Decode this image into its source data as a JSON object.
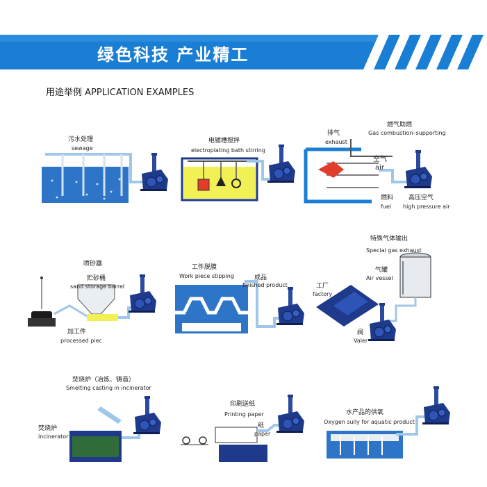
{
  "banner": {
    "title": "绿色科技  产业精工"
  },
  "section": {
    "heading": "用途举例  APPLICATION EXAMPLES"
  },
  "panels": {
    "sewage": {
      "cn": "污水处理",
      "en": "sewage"
    },
    "electroplating": {
      "cn": "电镀槽搅拌",
      "en": "electroplating  bath  stirring"
    },
    "combustion": {
      "exhaust_cn": "排气",
      "exhaust_en": "exhaust",
      "gas_cn": "燃气助燃",
      "gas_en": "Gas combustion–supporting",
      "air_cn": "空气",
      "air_en": "air",
      "fuel_cn": "燃料",
      "fuel_en": "fuel",
      "hp_cn": "高压空气",
      "hp_en": "high pressure air"
    },
    "sandblast": {
      "title_cn": "喷砂器",
      "barrel_cn": "贮砂桶",
      "barrel_en": "sand storage barrel",
      "piece_cn": "加工件",
      "piece_en": "processed piec"
    },
    "stripping": {
      "title_cn": "工件脱膜",
      "title_en": "Work piece stipping",
      "product_cn": "成品",
      "product_en": "finished product"
    },
    "special_gas": {
      "title_cn": "特殊气体输出",
      "title_en": "Special  gas  exhaust",
      "vessel_cn": "气罐",
      "vessel_en": "Air vessel",
      "factory_cn": "工厂",
      "factory_en": "factory",
      "valve_cn": "阀",
      "valve_en": "Valer"
    },
    "smelting": {
      "title": "焚烧炉（冶炼、铸造）",
      "title_en": "Smelting casting in incinerator",
      "inc_cn": "焚烧炉",
      "inc_en": "incinerator"
    },
    "printing": {
      "title_cn": "印刷送纸",
      "title_en": "Printing paper",
      "paper_cn": "纸",
      "paper_en": "paper"
    },
    "aquatic": {
      "title_cn": "水产品的供氧",
      "title_en": "Oxygen  sully for aquatic product"
    }
  },
  "colors": {
    "accent_blue": "#1a7fd4",
    "pump_navy": "#1f3a8a",
    "water_blue": "#2f75c7",
    "yellow": "#f1f055",
    "red": "#e23d2a"
  }
}
